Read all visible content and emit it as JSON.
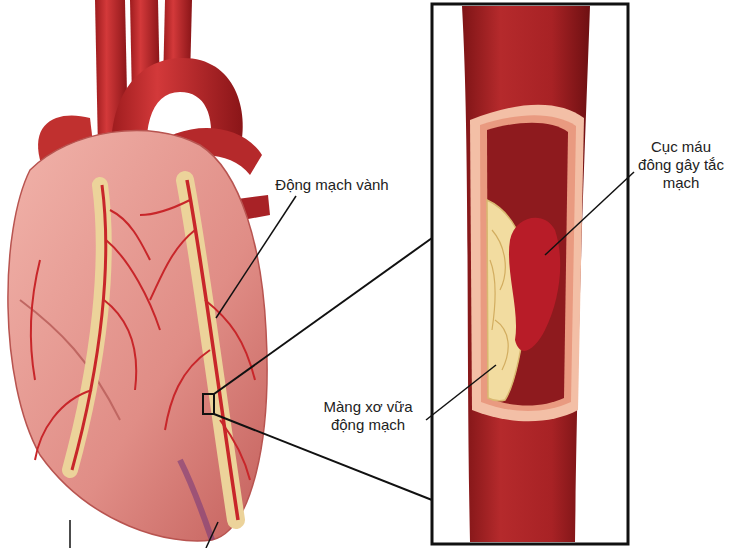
{
  "diagram": {
    "labels": [
      "Động mạch vành",
      "Cục máu đông gây tắc mạch",
      "Màng xơ vữa động mạch"
    ]
  }
}
